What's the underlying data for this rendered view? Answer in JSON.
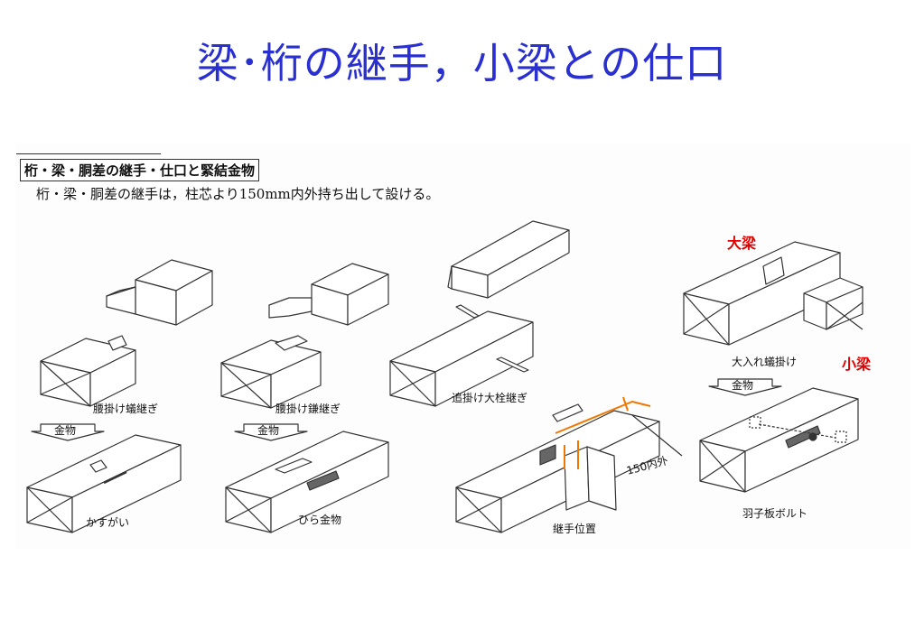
{
  "title": "梁･桁の継手，小梁との仕口",
  "figure": {
    "heading": "桁・梁・胴差の継手・仕口と緊結金物",
    "description": "桁・梁・胴差の継手は，柱芯より150mm内外持ち出して設ける。",
    "joints": [
      {
        "name": "腰掛け蟻継ぎ",
        "fitting": "かすがい"
      },
      {
        "name": "腰掛け鎌継ぎ",
        "fitting": "ひら金物"
      },
      {
        "name": "追掛け大栓継ぎ",
        "fitting": "継手位置"
      },
      {
        "name": "大入れ蟻掛け",
        "fitting": "羽子板ボルト"
      }
    ],
    "arrow_label": "金物",
    "dimension": "150内外",
    "large_beam": "大梁",
    "small_beam": "小梁"
  },
  "colors": {
    "title": "#2a2fd0",
    "accent_red": "#e00000",
    "orange": "#f07800",
    "line": "#333333"
  }
}
